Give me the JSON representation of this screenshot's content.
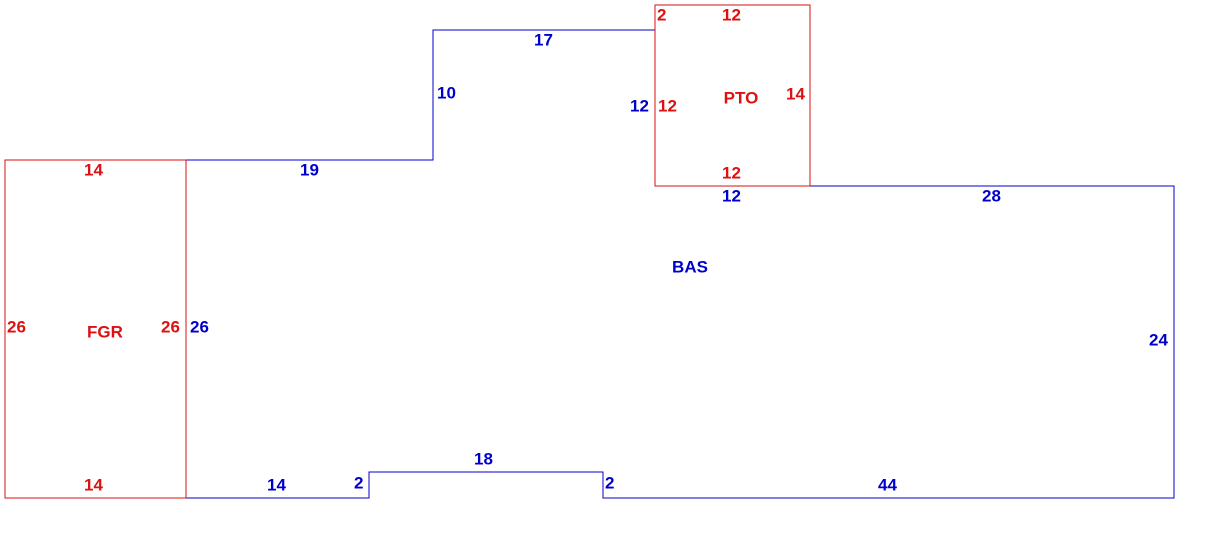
{
  "colors": {
    "bas": "#0000cc",
    "attachment": "#dd1111",
    "background": "#ffffff"
  },
  "areas": {
    "bas": {
      "name": "BAS",
      "dims": {
        "top_left": "17",
        "left_step_vertical": "10",
        "left_step_horizontal": "19",
        "left_side": "26",
        "pto_side": "12",
        "pto_bottom": "12",
        "right_top": "28",
        "right_side": "24",
        "bottom_right": "44",
        "notch_right": "2",
        "notch_top": "18",
        "notch_left": "2",
        "bottom_left": "14"
      }
    },
    "fgr": {
      "name": "FGR",
      "dims": {
        "top": "14",
        "bottom": "14",
        "left": "26",
        "right": "26"
      }
    },
    "pto": {
      "name": "PTO",
      "dims": {
        "top": "12",
        "bottom": "12",
        "left": "12",
        "right": "14",
        "corner": "2"
      }
    }
  }
}
